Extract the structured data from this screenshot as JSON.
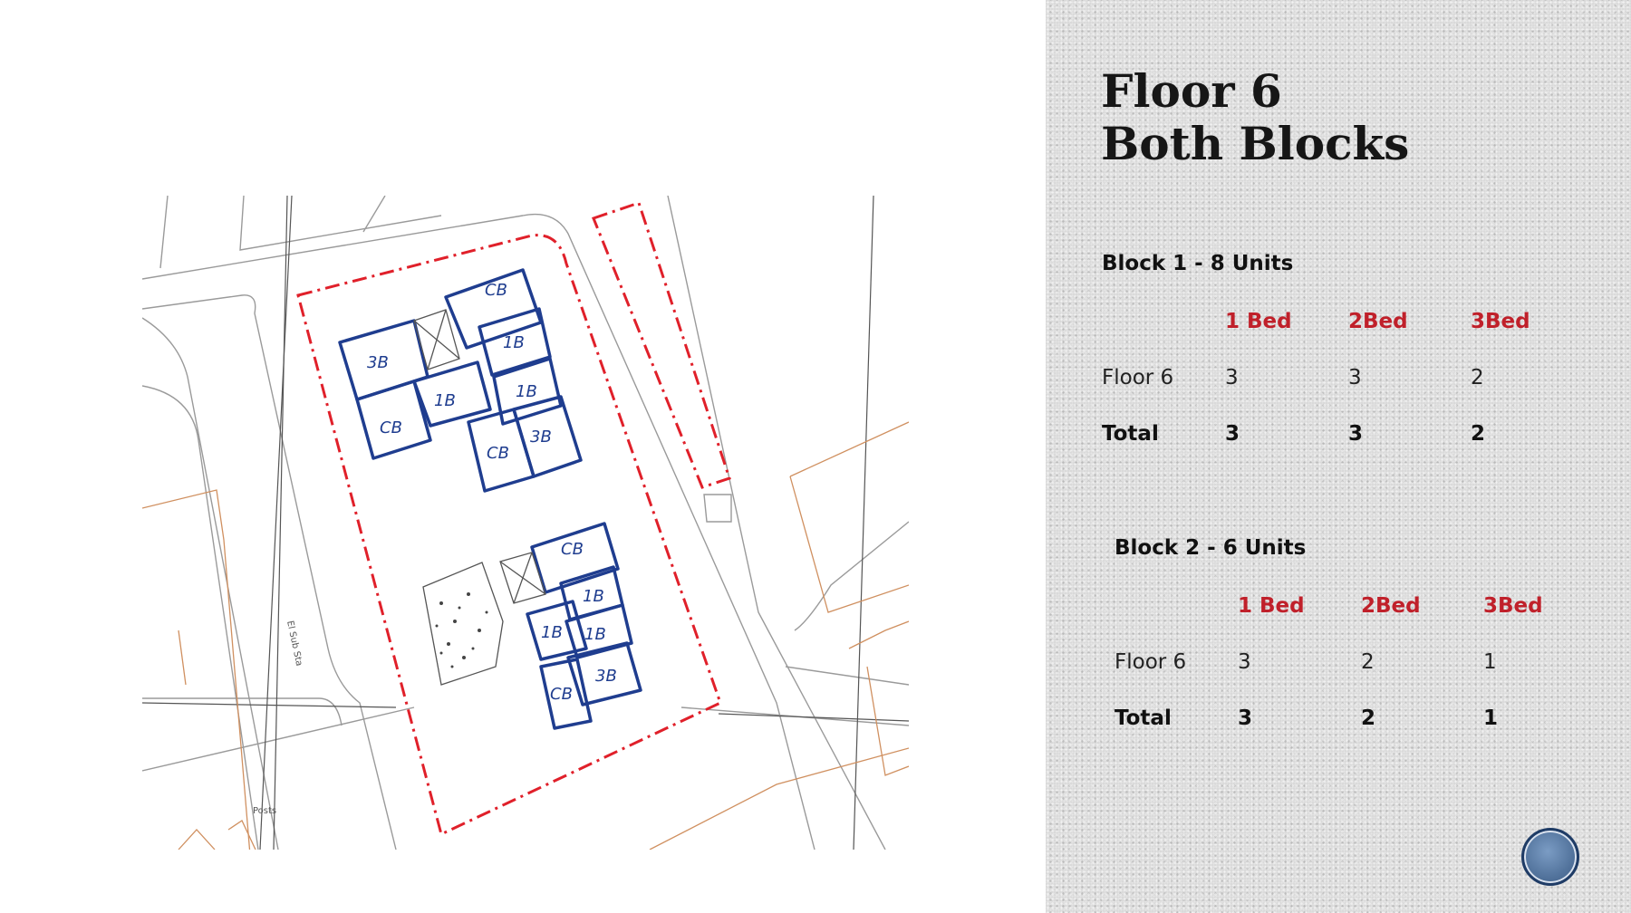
{
  "colors": {
    "panel_bg": "#d9d9d9",
    "header_red": "#c0202a",
    "plan_blue": "#1f3d8f",
    "boundary_red": "#e0202a"
  },
  "slide": {
    "title_line1": "Floor 6",
    "title_line2": "Both Blocks"
  },
  "plan": {
    "block1_rooms": [
      "3B",
      "CB",
      "CB",
      "1B",
      "1B",
      "1B",
      "CB",
      "3B"
    ],
    "block2_rooms": [
      "CB",
      "1B",
      "1B",
      "1B",
      "3B",
      "CB"
    ],
    "road_label": "El Sub Sta",
    "posts_label": "Posts"
  },
  "block1": {
    "heading": "Block 1 - 8 Units",
    "columns": [
      "",
      "1 Bed",
      "2Bed",
      "3Bed"
    ],
    "rows": [
      [
        "Floor 6",
        "3",
        "3",
        "2"
      ],
      [
        "Total",
        "3",
        "3",
        "2"
      ]
    ]
  },
  "block2": {
    "heading": "Block 2 - 6 Units",
    "columns": [
      "",
      "1 Bed",
      "2Bed",
      "3Bed"
    ],
    "rows": [
      [
        "Floor 6",
        "3",
        "2",
        "1"
      ],
      [
        "Total",
        "3",
        "2",
        "1"
      ]
    ]
  },
  "nav": {
    "icon": "circle-button-icon"
  }
}
